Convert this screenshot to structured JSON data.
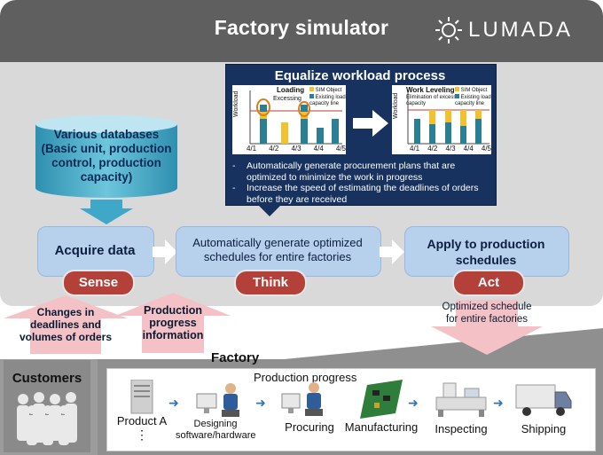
{
  "header": {
    "title": "Factory simulator",
    "logo_text": "LUMADA"
  },
  "callout": {
    "title": "Equalize workload process",
    "left_chart": {
      "title": "Loading",
      "annotation": "Excessing",
      "ylabel": "Workload",
      "legend": [
        "SIM Object",
        "Existing load capacity line"
      ],
      "categories": [
        "4/1",
        "4/2",
        "4/3",
        "4/4",
        "4/5"
      ]
    },
    "right_chart": {
      "title": "Work Leveling",
      "annotation": "Elimination of excess capacity",
      "ylabel": "Workload",
      "legend": [
        "SIM Object",
        "Existing load capacity line"
      ],
      "categories": [
        "4/1",
        "4/2",
        "4/3",
        "4/4",
        "4/5"
      ]
    },
    "bullets": [
      "Automatically generate procurement plans that are optimized to minimize the work in progress",
      "Increase the speed of estimating the deadlines of orders before they are received"
    ]
  },
  "database": {
    "label": "Various databases (Basic unit, production control, production capacity)"
  },
  "steps": [
    {
      "label": "Acquire data",
      "tag": "Sense"
    },
    {
      "label": "Automatically generate optimized schedules for entire factories",
      "tag": "Think"
    },
    {
      "label": "Apply to production schedules",
      "tag": "Act"
    }
  ],
  "arrows": {
    "changes": "Changes in deadlines and volumes of orders",
    "progress": "Production progress information",
    "optimized": "Optimized schedule for entire factories"
  },
  "customers": {
    "label": "Customers"
  },
  "factory": {
    "label": "Factory",
    "progress_label": "Production progress",
    "product": "Product A",
    "ellipsis": "⋮",
    "processes": [
      "Designing software/hardware",
      "Procuring",
      "Manufacturing",
      "Inspecting",
      "Shipping"
    ]
  },
  "colors": {
    "accent_red": "#b3413a",
    "navy": "#17325e",
    "step_blue": "#b7d0ec",
    "teal": "#3aa0b8",
    "bar_blue": "#2b7f94",
    "bar_yellow": "#f2c12e"
  }
}
